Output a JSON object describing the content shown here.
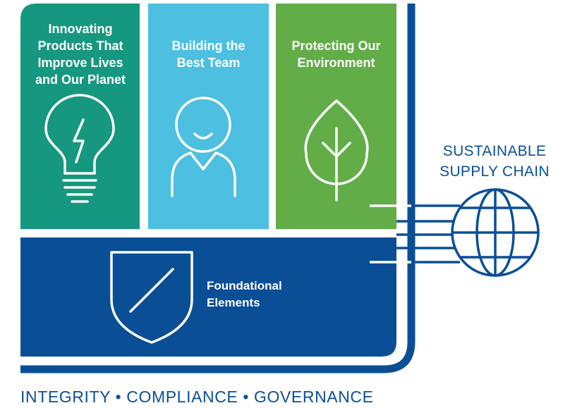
{
  "pillars": [
    {
      "title": "Innovating\nProducts That\nImprove Lives\nand Our Planet",
      "icon": "lightbulb-icon",
      "color": "#16977f"
    },
    {
      "title": "Building the\nBest Team",
      "icon": "person-icon",
      "color": "#4dbfe0"
    },
    {
      "title": "Protecting Our\nEnvironment",
      "icon": "leaf-icon",
      "color": "#62ad47"
    }
  ],
  "foundation": {
    "title": "Foundational\nElements",
    "icon": "shield-icon",
    "color": "#0a4f96"
  },
  "supply_chain": {
    "title": "SUSTAINABLE\nSUPPLY CHAIN",
    "icon": "globe-icon"
  },
  "footer": {
    "text": "INTEGRITY • COMPLIANCE • GOVERNANCE"
  },
  "colors": {
    "brand_blue": "#0a4f96",
    "white": "#ffffff"
  }
}
